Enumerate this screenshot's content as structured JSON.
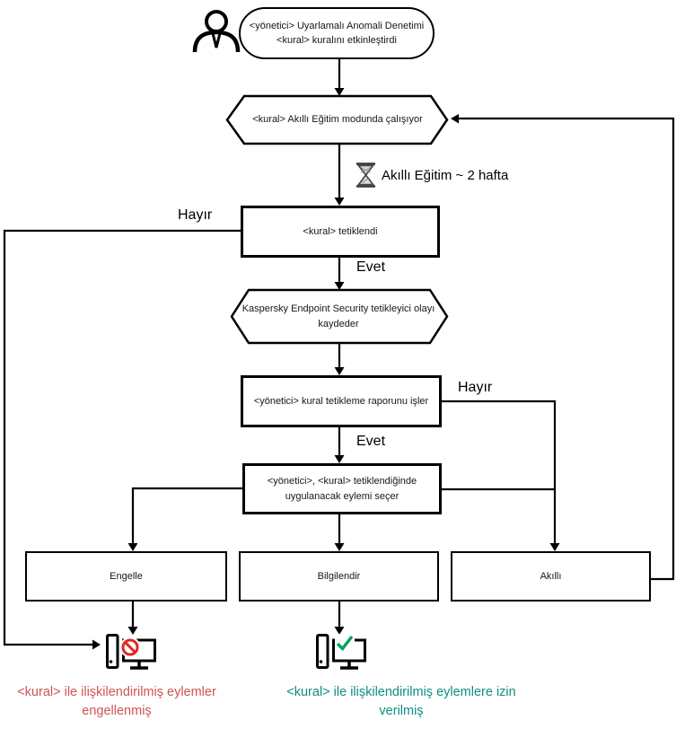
{
  "diagram": {
    "start": {
      "line1": "<yönetici> Uyarlamalı Anomali Denetimi",
      "line2": "<kural> kuralını etkinleştirdi"
    },
    "hex_training": {
      "label": "<kural> Akıllı Eğitim modunda çalışıyor"
    },
    "timer": {
      "label": "Akıllı Eğitim ~ 2 hafta"
    },
    "rect_triggered": {
      "label": "<kural> tetiklendi"
    },
    "hex_log": {
      "line1": "Kaspersky Endpoint Security tetikleyici olayı",
      "line2": "kaydeder"
    },
    "rect_report": {
      "label": "<yönetici> kural tetikleme raporunu işler"
    },
    "rect_action": {
      "line1": "<yönetici>, <kural> tetiklendiğinde",
      "line2": "uygulanacak eylemi seçer"
    },
    "action_block": {
      "label": "Engelle"
    },
    "action_inform": {
      "label": "Bilgilendir"
    },
    "action_smart": {
      "label": "Akıllı"
    },
    "labels": {
      "no1": "Hayır",
      "yes1": "Evet",
      "no2": "Hayır",
      "yes2": "Evet"
    },
    "caption_blocked": {
      "line1": "<kural> ile ilişkilendirilmiş eylemler",
      "line2": "engellenmiş",
      "color": "#cd5552"
    },
    "caption_allowed": {
      "line1": "<kural> ile ilişkilendirilmiş eylemlere izin",
      "line2": "verilmiş",
      "color": "#0e8e84"
    },
    "colors": {
      "line": "#000000",
      "prohibit_red": "#d92b27",
      "check_green": "#00a45a"
    }
  }
}
